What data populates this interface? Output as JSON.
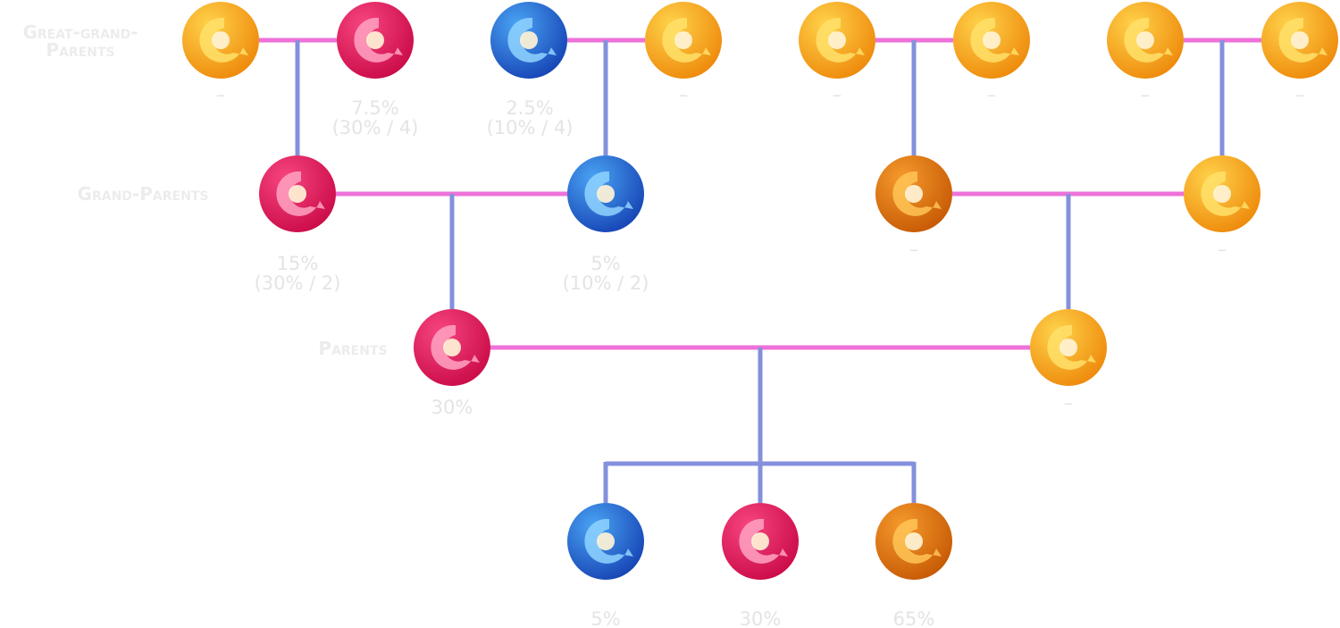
{
  "generations": {
    "great_grand_parents": "Great-grand-\nParents",
    "grand_parents": "Grand-Parents",
    "parents": "Parents"
  },
  "colors": {
    "couple_line": "#ee72d9",
    "descent_line": "#8490dc",
    "gold": "#f4ac12",
    "pink": "#e31565",
    "blue": "#1f63d0",
    "orange": "#e46a08"
  },
  "nodes": [
    {
      "name": "ggp-1",
      "color": "gold",
      "label": "–"
    },
    {
      "name": "ggp-2",
      "color": "pink",
      "label": "7.5%\n(30% / 4)"
    },
    {
      "name": "ggp-3",
      "color": "blue",
      "label": "2.5%\n(10% / 4)"
    },
    {
      "name": "ggp-4",
      "color": "gold",
      "label": "–"
    },
    {
      "name": "ggp-5",
      "color": "gold",
      "label": "–"
    },
    {
      "name": "ggp-6",
      "color": "gold",
      "label": "–"
    },
    {
      "name": "ggp-7",
      "color": "gold",
      "label": "–"
    },
    {
      "name": "ggp-8",
      "color": "gold",
      "label": "–"
    },
    {
      "name": "gp-1",
      "color": "pink",
      "label": "15%\n(30% / 2)"
    },
    {
      "name": "gp-2",
      "color": "blue",
      "label": "5%\n(10% / 2)"
    },
    {
      "name": "gp-3",
      "color": "orange",
      "label": "–"
    },
    {
      "name": "gp-4",
      "color": "gold",
      "label": "–"
    },
    {
      "name": "parent-1",
      "color": "pink",
      "label": "30%"
    },
    {
      "name": "parent-2",
      "color": "gold",
      "label": "–"
    },
    {
      "name": "child-1",
      "color": "blue",
      "label": "5%"
    },
    {
      "name": "child-2",
      "color": "pink",
      "label": "30%"
    },
    {
      "name": "child-3",
      "color": "orange",
      "label": "65%"
    }
  ]
}
